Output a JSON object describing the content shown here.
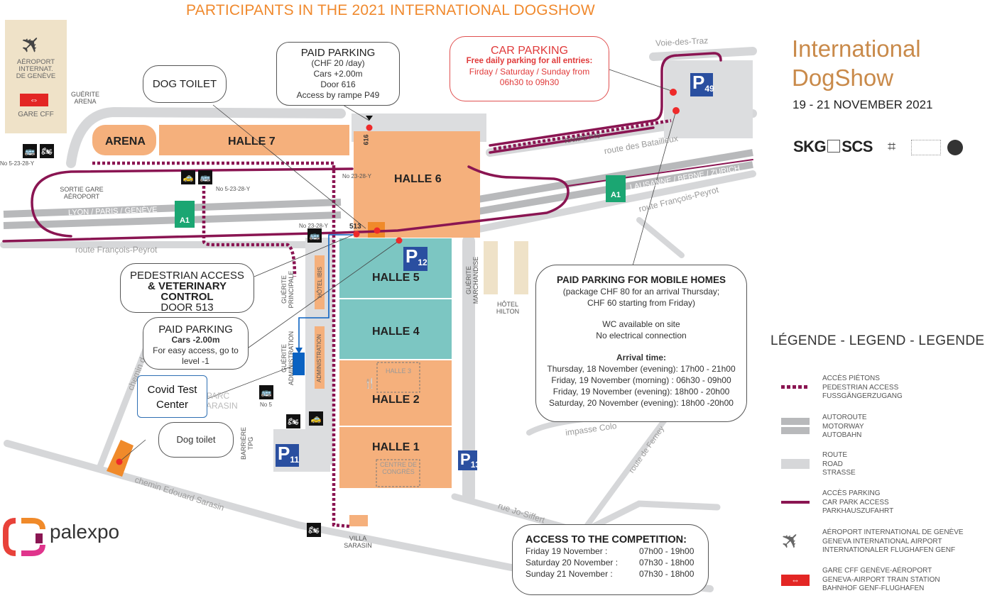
{
  "title": "PARTICIPANTS IN THE 2021 INTERNATIONAL DOGSHOW",
  "brand": {
    "event_line1": "International",
    "event_line2": "DogShow",
    "dates": "19 - 21  NOVEMBER 2021",
    "sponsor_logo_text": "SKG",
    "sponsor_logo_text2": "SCS",
    "venue_logo_text": "palexpo"
  },
  "top_left_box": {
    "airport_label": [
      "AÉROPORT",
      "INTERNAT.",
      "DE GENÈVE"
    ],
    "station_label": "GARE CFF"
  },
  "callouts": {
    "dog_toilet_top": "DOG TOILET",
    "paid_parking_616": {
      "heading": "PAID PARKING",
      "lines": [
        "(CHF 20 /day)",
        "Cars +2.00m",
        "Door 616",
        "Access by rampe P49"
      ]
    },
    "car_parking": {
      "heading": "CAR PARKING",
      "bold_line": "Free daily parking for all entries:",
      "lines": [
        "Firday / Saturday / Sunday from",
        "06h30 to 09h30"
      ]
    },
    "pedestrian_access": {
      "line1": "PEDESTRIAN ACCESS",
      "line2": "& VETERINARY CONTROL",
      "line3": "DOOR 513"
    },
    "paid_parking_p12": {
      "heading": "PAID PARKING",
      "bold_line": "Cars  -2.00m",
      "lines": [
        "For easy access, go to",
        "level -1"
      ]
    },
    "covid": {
      "line1": "Covid Test",
      "line2": "Center"
    },
    "dog_toilet_bottom": "Dog toilet",
    "mobile_homes": {
      "heading": "PAID PARKING FOR MOBILE HOMES",
      "lines": [
        "(package CHF 80 for an arrival Thursday;",
        "CHF 60 starting from Friday)"
      ],
      "notes": [
        "WC available on site",
        "No electrical connection"
      ],
      "arrival_heading": "Arrival time:",
      "arrivals": [
        "Thursday, 18 November (evening): 17h00 - 21h00",
        "Friday, 19 November (morning) : 06h30 - 09h00",
        "Friday, 19 November (evening): 18h00 - 20h00",
        "Saturday, 20 November (evening): 18h00 -20h00"
      ]
    },
    "competition": {
      "heading": "ACCESS TO THE COMPETITION:",
      "rows": [
        {
          "day": "Friday 19 November :",
          "time": "07h00 - 19h00"
        },
        {
          "day": "Saturday 20 November :",
          "time": "07h30 - 18h00"
        },
        {
          "day": "Sunday 21 November :",
          "time": "07h30 - 18h00"
        }
      ]
    }
  },
  "halls": {
    "arena": "ARENA",
    "halle7": "HALLE 7",
    "halle6": "HALLE 6",
    "halle5": "HALLE 5",
    "halle4": "HALLE 4",
    "halle3": "HALLE 3",
    "halle2": "HALLE 2",
    "halle1": "HALLE 1",
    "centre": "CENTRE DE CONGRÈS"
  },
  "parkings": [
    {
      "id": "p49",
      "label": "P",
      "num": "49"
    },
    {
      "id": "p12",
      "label": "P",
      "num": "12"
    },
    {
      "id": "p11",
      "label": "P",
      "num": "11"
    },
    {
      "id": "p13",
      "label": "P",
      "num": "13"
    }
  ],
  "motorway_badge": "A1",
  "labels": {
    "guerite_arena": "GUÉRITE ARENA",
    "sortie_gare": "SORTIE GARE AÉROPORT",
    "bus_no_1": "No 5-23-28-Y",
    "bus_no_2": "No 5-23-28-Y",
    "bus_no_3": "No 23-28-Y",
    "bus_no_4": "No 23-28-Y",
    "bus_no_5": "No 5",
    "door_513": "513",
    "door_616": "616",
    "guerite_principale": "GUÉRITE PRINCIPALE",
    "guerite_administration": "GUÉRITE ADMINISTRATION",
    "guerite_marchandise": "GUÉRITE MARCHANDISE",
    "hotel_ibis": "HÔTEL IBIS",
    "administration": "ADMINISTRATION",
    "hotel_hilton": "HÔTEL HILTON",
    "parc_sarasin": "PARC SARASIN",
    "barriere_tpg": "BARRIÈRE TPG",
    "villa_sarasin": "VILLA SARASIN",
    "rampe_p49": "RAMPE P49"
  },
  "roads": {
    "voie_des_traz": "Voie-des-Traz",
    "route_batailleux": "route des Batailleux",
    "lausanne": "LAUSANNE / BERNE / ZURICH",
    "route_peyrot_east": "route François-Peyrot",
    "route_peyrot_west": "route François-Peyrot",
    "lyon": "LYON / PARIS / GENÈVE",
    "impasse": "impasse Colo",
    "route_ferney": "route de Ferney",
    "rue_siffert": "rue Jo-Siffert",
    "chemin_sarasin": "chemin Edouard Sarasin",
    "chemin_short": "chemin d"
  },
  "legend": {
    "title": "LÉGENDE - LEGEND - LEGENDE",
    "items": [
      {
        "icon": "pedestrian-dots",
        "lines": [
          "ACCÈS PIÉTONS",
          "PEDESTRIAN ACCESS",
          "FUSSGÄNGERZUGANG"
        ]
      },
      {
        "icon": "motorway-bars",
        "lines": [
          "AUTOROUTE",
          "MOTORWAY",
          "AUTOBAHN"
        ]
      },
      {
        "icon": "road-bar",
        "lines": [
          "ROUTE",
          "ROAD",
          "STRASSE"
        ]
      },
      {
        "icon": "car-park-line",
        "lines": [
          "ACCÈS PARKING",
          "CAR PARK ACCESS",
          "PARKHAUSZUFAHRT"
        ]
      },
      {
        "icon": "airplane",
        "lines": [
          "AÉROPORT INTERNATIONAL DE GENÈVE",
          "GENEVA INTERNATIONAL AIRPORT",
          "INTERNATIONALER FLUGHAFEN GENF"
        ]
      },
      {
        "icon": "sbb-train",
        "lines": [
          "GARE CFF GENÈVE-AÉROPORT",
          "GENEVA-AIRPORT TRAIN STATION",
          "BAHNHOF GENF-FLUGHAFEN"
        ]
      }
    ]
  },
  "colors": {
    "title_orange": "#f0892d",
    "hall_orange": "#f5b07c",
    "hall_teal": "#7cc6c2",
    "car_park_access": "#8a1552",
    "road_grey": "#d6d7d9",
    "motorway_grey": "#b8b9bb",
    "parking_blue": "#2a4fa0",
    "motorway_green": "#1ba672",
    "marker_red": "#ee2a2a",
    "covid_blue": "#0a62c2"
  }
}
